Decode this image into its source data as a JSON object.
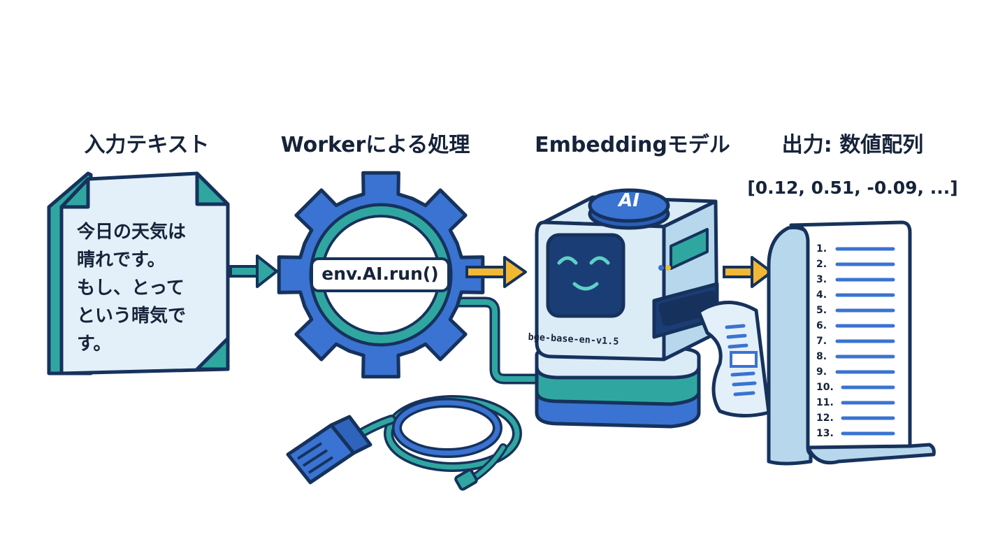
{
  "headings": {
    "input": "入力テキスト",
    "worker": "Workerによる処理",
    "model": "Embeddingモデル",
    "output": "出力: 数値配列"
  },
  "document": {
    "lines": [
      "今日の天気は",
      "晴れです。",
      "もし、とって",
      "という晴気で",
      "す。"
    ]
  },
  "worker": {
    "code": "env.AI.run()"
  },
  "model": {
    "badge": "AI",
    "name": "bge-base-en-v1.5"
  },
  "output": {
    "vector": "[0.12, 0.51, -0.09, ...]",
    "list_numbers": [
      "1.",
      "2.",
      "3.",
      "4.",
      "5.",
      "6.",
      "7.",
      "8.",
      "9.",
      "10.",
      "11.",
      "12.",
      "13."
    ]
  },
  "colors": {
    "outline": "#16325c",
    "gear_blue": "#3a73d1",
    "teal": "#2fa7a0",
    "light_blue": "#dcecf7",
    "arrow_yellow": "#f2b834",
    "text": "#16233a"
  }
}
